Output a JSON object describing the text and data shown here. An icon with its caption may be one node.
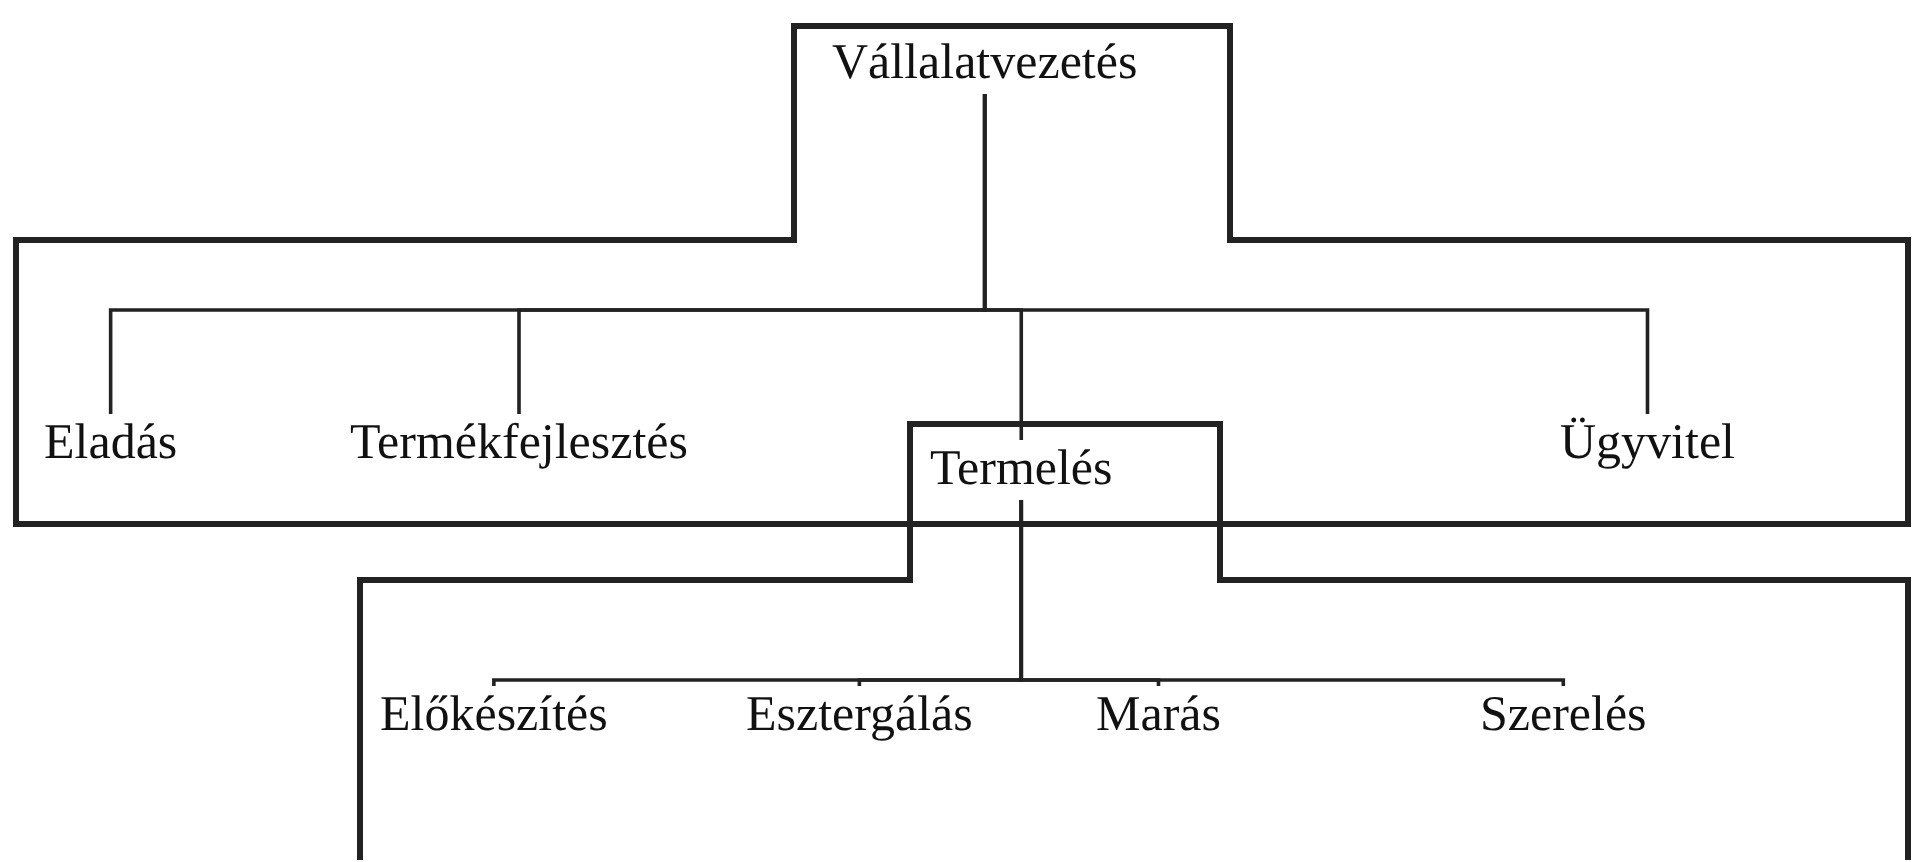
{
  "diagram": {
    "nodes": [
      {
        "text": [
          "Vállalatvezetés"
        ]
      },
      {
        "text": [
          "Eladás"
        ],
        "in": 0
      },
      {
        "text": [
          "Termékfejlesztés"
        ]
      },
      {
        "text": [
          "Termelés"
        ]
      },
      {
        "text": [
          "Ügyvitel"
        ]
      },
      {
        "text": [
          "Előkészítés"
        ],
        "in": 3
      },
      {
        "text": [
          "Esztergálás"
        ],
        "in": 3
      },
      {
        "text": [
          "Marás"
        ],
        "in": 3
      },
      {
        "text": [
          "Szerelés"
        ],
        "in": 3
      }
    ],
    "edges": [
      {
        "from": 0,
        "to": 1,
        "arrow": "none"
      },
      {
        "from": 0,
        "to": 2,
        "arrow": "none"
      },
      {
        "from": 0,
        "to": 3,
        "arrow": "none"
      },
      {
        "from": 0,
        "to": 4,
        "arrow": "none"
      },
      {
        "from": 3,
        "to": 5,
        "arrow": "none"
      },
      {
        "from": 3,
        "to": 6,
        "arrow": "none"
      },
      {
        "from": 3,
        "to": 7,
        "arrow": "none"
      },
      {
        "from": 3,
        "to": 8,
        "arrow": "none"
      }
    ]
  }
}
